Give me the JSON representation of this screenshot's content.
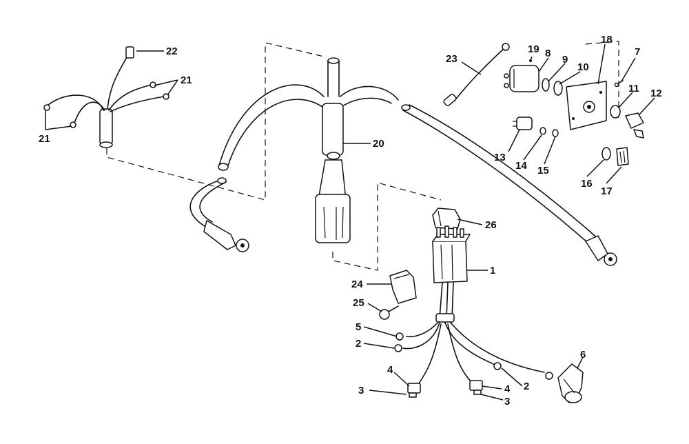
{
  "callouts": {
    "c1": "1",
    "c2a": "2",
    "c2b": "2",
    "c3a": "3",
    "c3b": "3",
    "c4a": "4",
    "c4b": "4",
    "c5": "5",
    "c6": "6",
    "c7": "7",
    "c8": "8",
    "c9": "9",
    "c10": "10",
    "c11": "11",
    "c12": "12",
    "c13": "13",
    "c14": "14",
    "c15": "15",
    "c16": "16",
    "c17": "17",
    "c18": "18",
    "c19": "19",
    "c20": "20",
    "c21a": "21",
    "c21b": "21",
    "c22": "22",
    "c23": "23",
    "c24": "24",
    "c25": "25",
    "c26": "26"
  }
}
